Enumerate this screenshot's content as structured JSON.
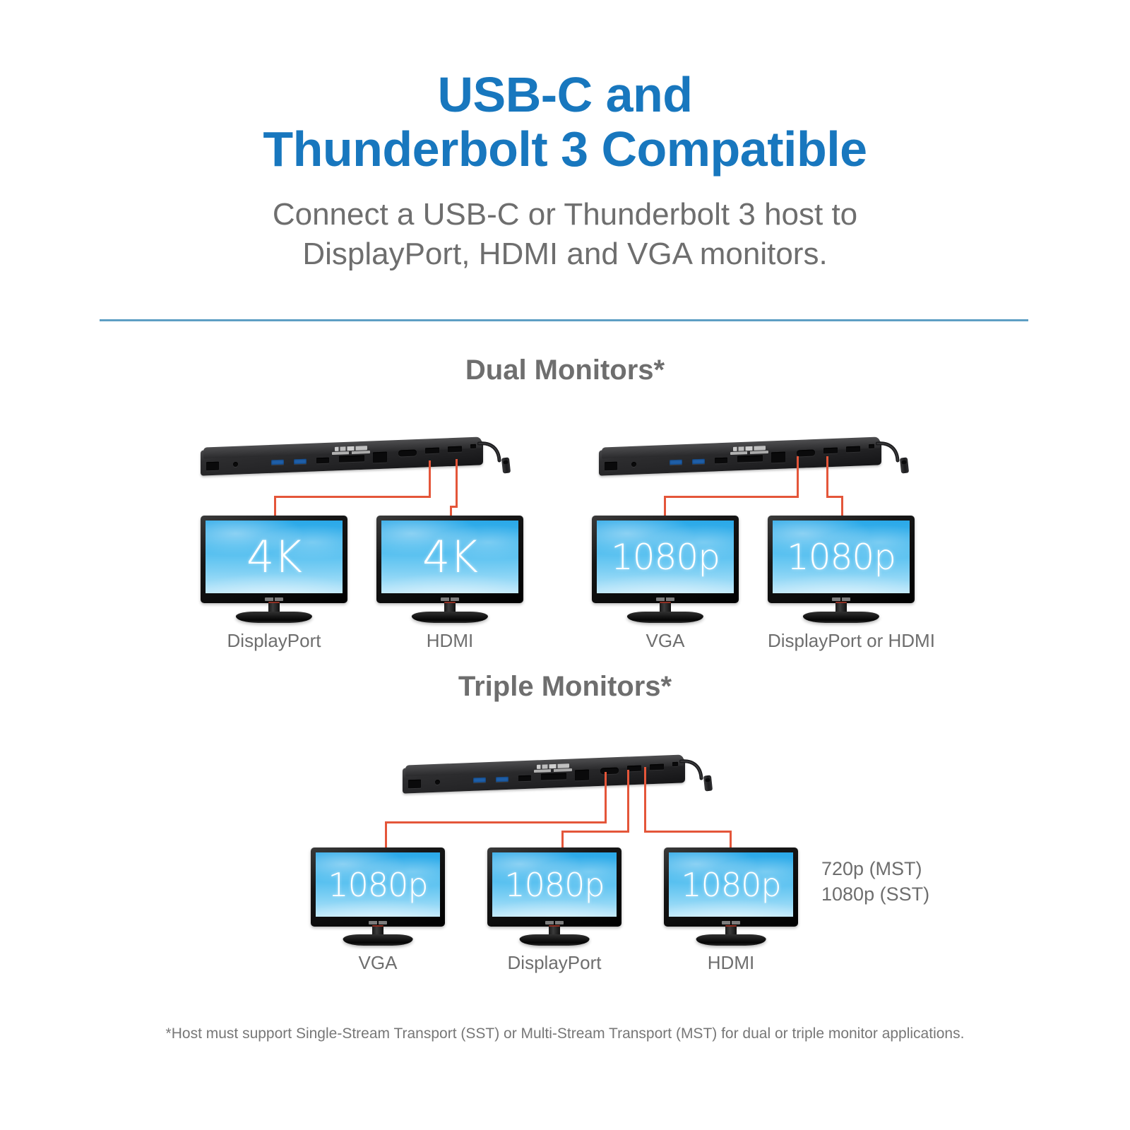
{
  "header": {
    "title_line1": "USB-C and",
    "title_line2": "Thunderbolt 3 Compatible",
    "subtitle_line1": "Connect a USB-C or Thunderbolt 3 host to",
    "subtitle_line2": "DisplayPort, HDMI and VGA monitors.",
    "title_color": "#1877BE",
    "subtitle_color": "#6E6E6E",
    "divider_color": "#5E9FC4"
  },
  "sections": {
    "dual": {
      "heading": "Dual Monitors*",
      "groups": [
        {
          "monitors": [
            {
              "resolution": "4K",
              "caption": "DisplayPort"
            },
            {
              "resolution": "4K",
              "caption": "HDMI"
            }
          ]
        },
        {
          "monitors": [
            {
              "resolution": "1080p",
              "caption": "VGA"
            },
            {
              "resolution": "1080p",
              "caption": "DisplayPort or HDMI"
            }
          ]
        }
      ]
    },
    "triple": {
      "heading": "Triple Monitors*",
      "monitors": [
        {
          "resolution": "1080p",
          "caption": "VGA"
        },
        {
          "resolution": "1080p",
          "caption": "DisplayPort"
        },
        {
          "resolution": "1080p",
          "caption": "HDMI"
        }
      ],
      "side_note_line1": "720p (MST)",
      "side_note_line2": "1080p (SST)"
    }
  },
  "footnote": "*Host must support Single-Stream Transport (SST) or Multi-Stream Transport (MST) for dual or triple monitor applications.",
  "colors": {
    "connector_line": "#E4563A",
    "screen_blue": "#46B9EE",
    "dock_black": "#242426"
  }
}
